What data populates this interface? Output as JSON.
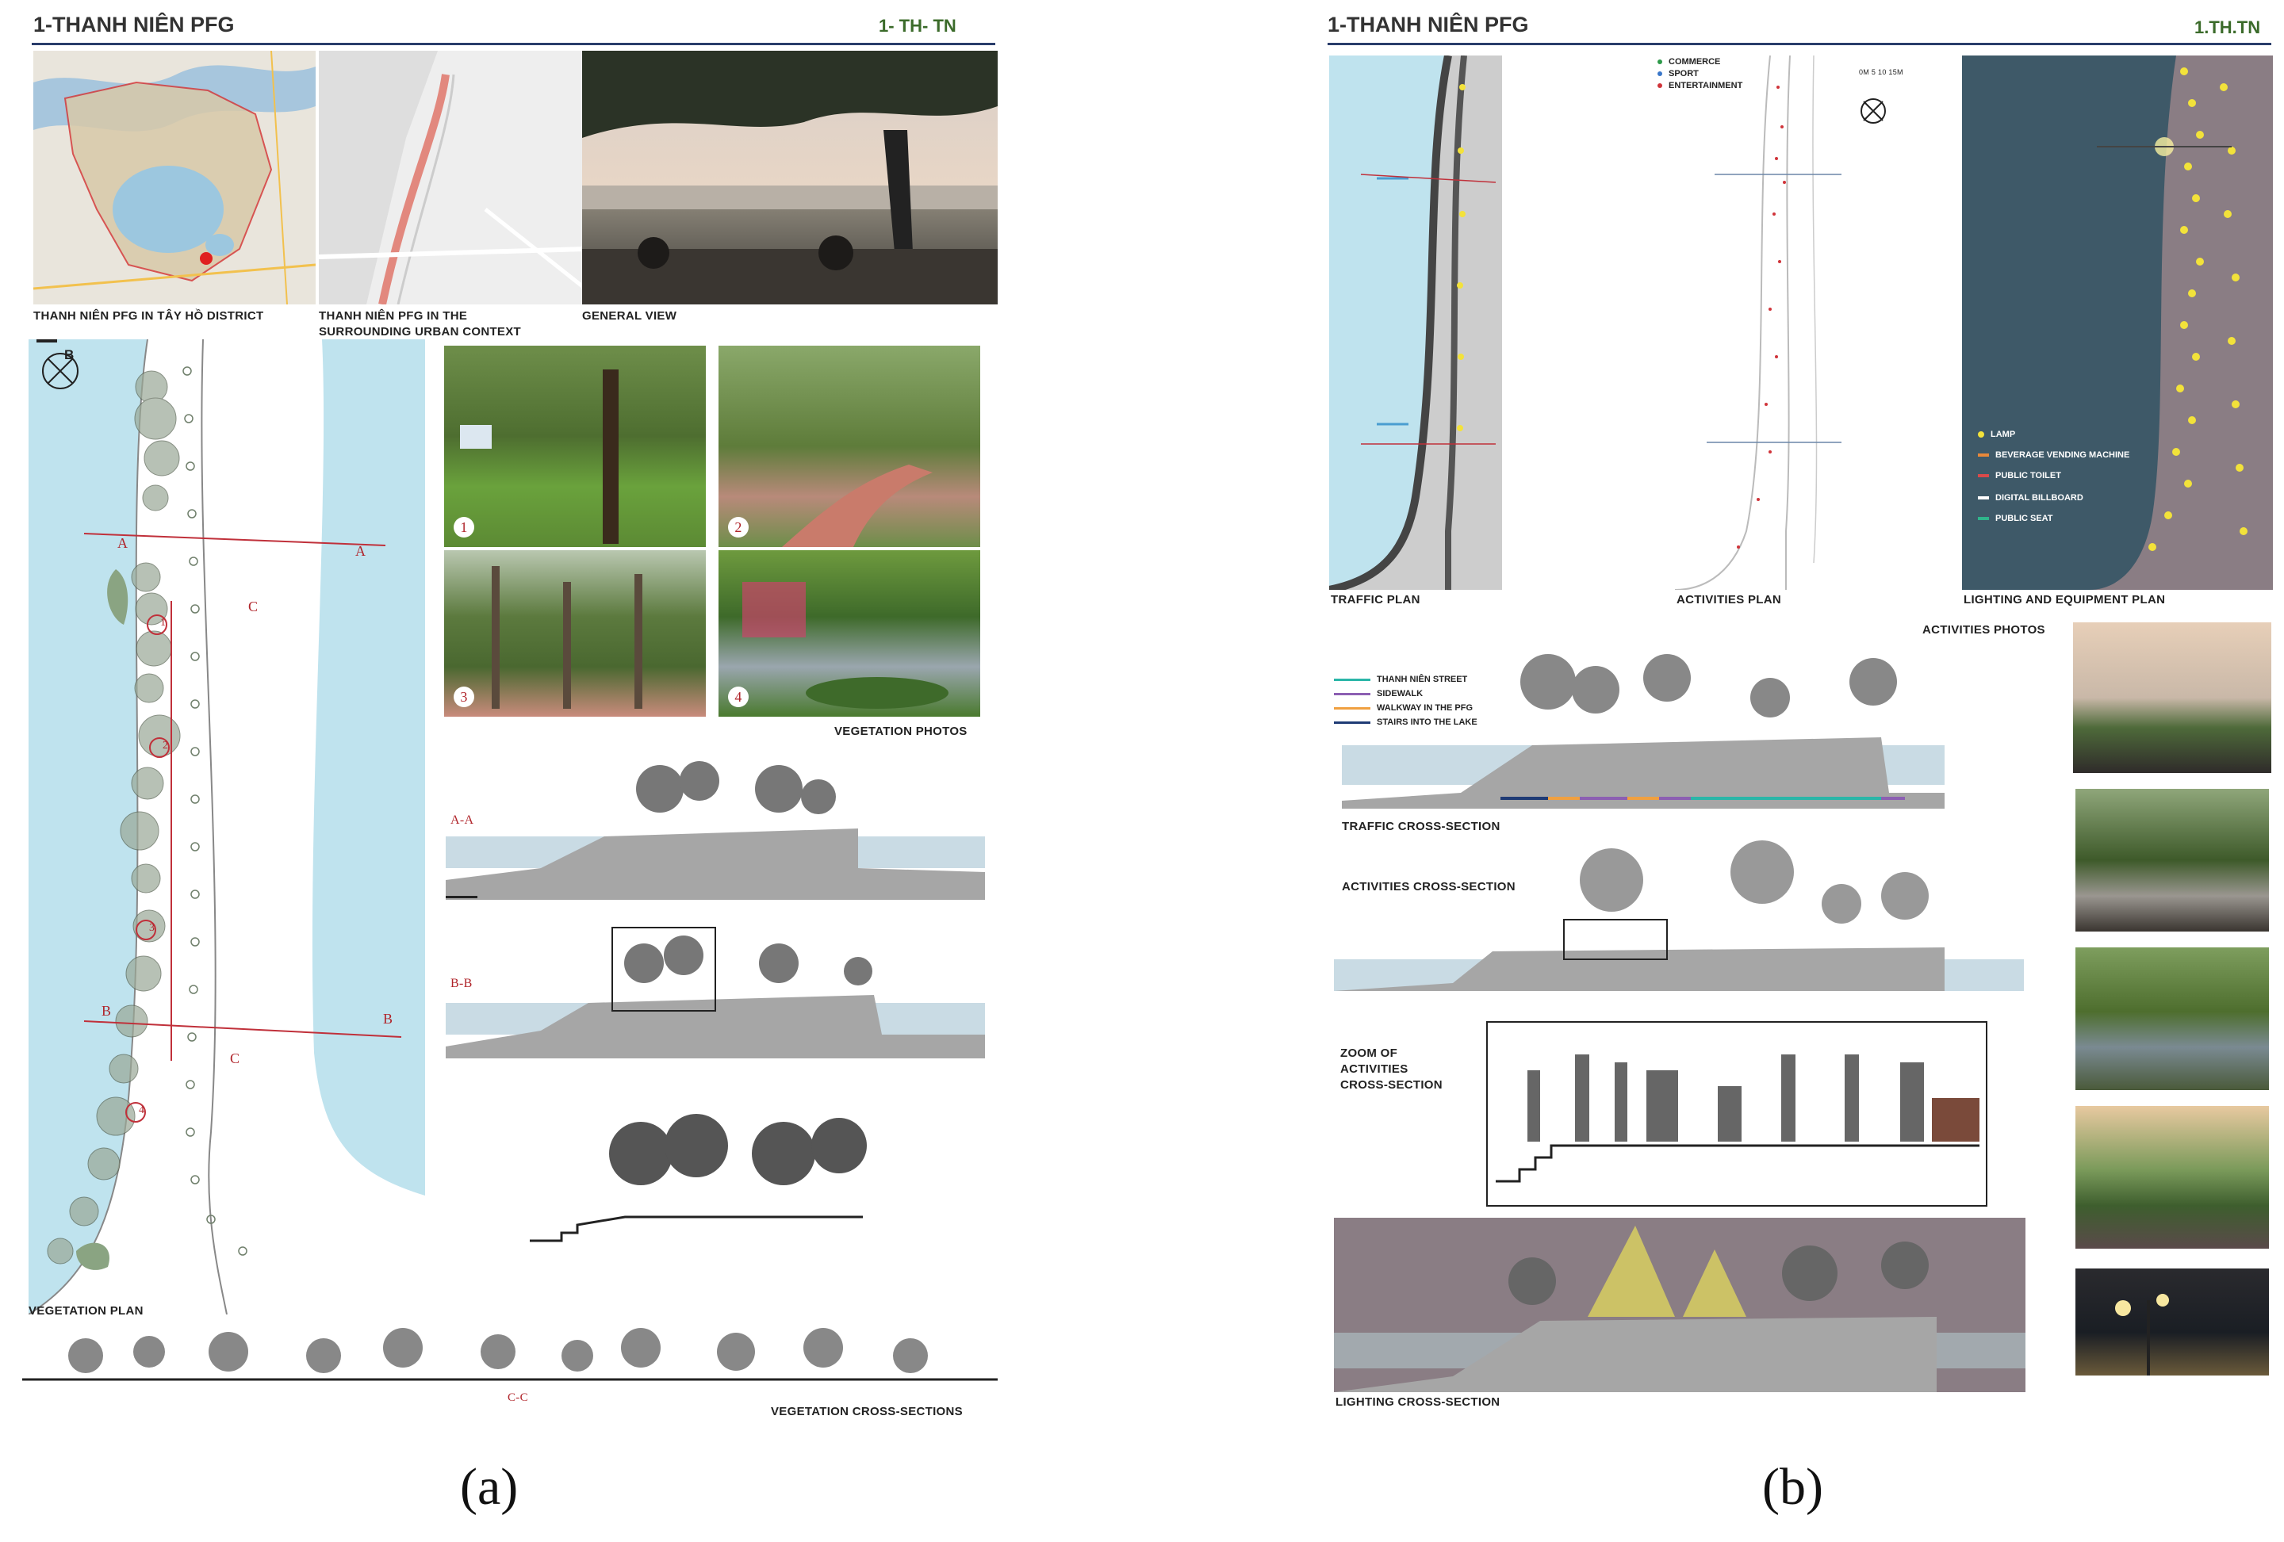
{
  "panel_a": {
    "title": "1-THANH NIÊN PFG",
    "code": "1- TH- TN",
    "captions": {
      "district": "THANH NIÊN PFG IN TÂY HỒ DISTRICT",
      "context_1": "THANH NIÊN PFG IN THE",
      "context_2": "SURROUNDING URBAN CONTEXT",
      "general": "GENERAL VIEW",
      "veg_photos": "VEGETATION PHOTOS",
      "veg_plan": "VEGETATION PLAN",
      "veg_sections": "VEGETATION CROSS-SECTIONS"
    },
    "north": "B",
    "section_marks": {
      "a": "A",
      "b": "B",
      "c": "C",
      "aa": "A-A",
      "bb": "B-B",
      "cc": "C-C"
    },
    "photo_numbers": [
      "1",
      "2",
      "3",
      "4"
    ]
  },
  "panel_b": {
    "title": "1-THANH NIÊN PFG",
    "code": "1.TH.TN",
    "captions": {
      "traffic_plan": "TRAFFIC PLAN",
      "activities_plan": "ACTIVITIES PLAN",
      "lighting_plan": "LIGHTING AND EQUIPMENT PLAN",
      "activities_photos": "ACTIVITIES PHOTOS",
      "traffic_section": "TRAFFIC CROSS-SECTION",
      "activities_section": "ACTIVITIES CROSS-SECTION",
      "zoom_1": "ZOOM OF",
      "zoom_2": "ACTIVITIES",
      "zoom_3": "CROSS-SECTION",
      "lighting_section": "LIGHTING CROSS-SECTION"
    },
    "activity_legend": [
      "COMMERCE",
      "SPORT",
      "ENTERTAINMENT"
    ],
    "activity_colors": [
      "#2e9a4a",
      "#3a77c9",
      "#d0343a"
    ],
    "scale_text": "0M 5 10 15M",
    "traffic_legend": [
      "THANH NIÊN STREET",
      "SIDEWALK",
      "WALKWAY IN THE PFG",
      "STAIRS INTO THE LAKE"
    ],
    "traffic_colors": [
      "#2bb6a8",
      "#8c5fb2",
      "#f0a040",
      "#1f3b75"
    ],
    "lighting_legend": [
      "LAMP",
      "BEVERAGE VENDING MACHINE",
      "PUBLIC TOILET",
      "DIGITAL BILLBOARD",
      "PUBLIC SEAT"
    ],
    "lighting_colors": [
      "#f2e23a",
      "#e8883a",
      "#d94a4a",
      "#ffffff",
      "#2fb58b"
    ]
  },
  "figure_labels": [
    "(a)",
    "(b)"
  ]
}
